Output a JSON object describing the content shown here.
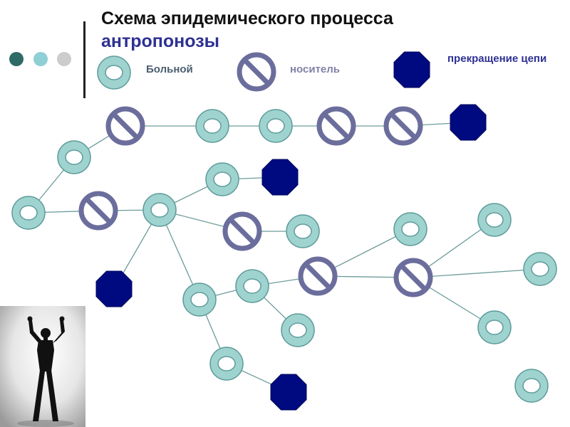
{
  "title": {
    "line1": "Схема эпидемического процесса",
    "line2": "антропонозы"
  },
  "legend": {
    "sick": "Больной",
    "carrier": "носитель",
    "stop": "прекращение цепи"
  },
  "colors": {
    "sick_fill": "#9fd3d0",
    "sick_stroke": "#5e9c9a",
    "carrier_stroke": "#6b6e9c",
    "stop_fill": "#000a80",
    "line": "#6c9c9a",
    "dot1": "#2e6b66",
    "dot2": "#8fcfd6",
    "dot3": "#cccccc"
  }
}
